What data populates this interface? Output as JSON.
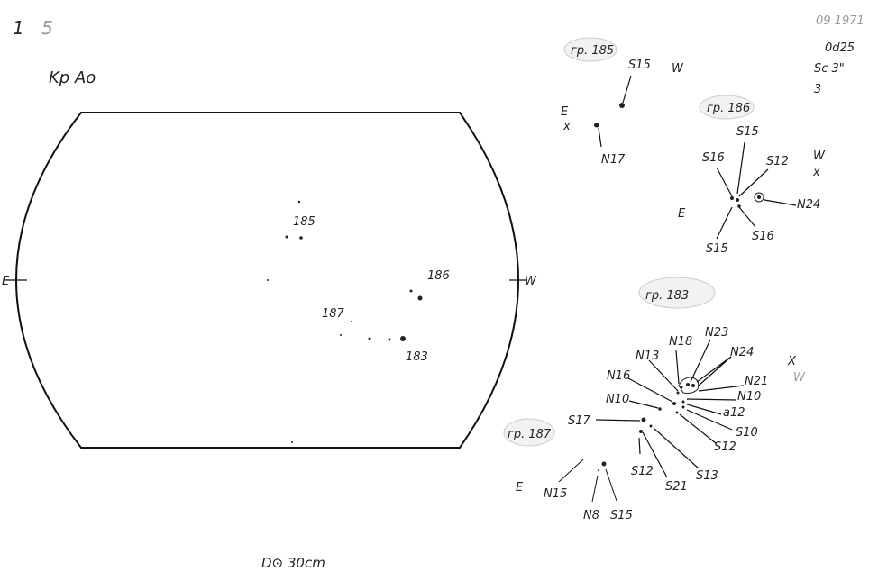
{
  "header": {
    "sheet_number": "1",
    "sheet_sub": "5",
    "observer": "Kp Ao",
    "date": "09 1971",
    "time": "0d25",
    "seeing": "Sc 3\"",
    "s_value": "3"
  },
  "disk": {
    "east": "E",
    "west": "W",
    "groups": [
      "185",
      "186",
      "187",
      "183"
    ]
  },
  "group_185": {
    "title": "гр. 185",
    "labels": [
      "S15",
      "W",
      "E",
      "x",
      "N17"
    ]
  },
  "group_186": {
    "title": "гр. 186",
    "labels": [
      "S15",
      "S16",
      "S12",
      "W",
      "x",
      "E",
      "N24",
      "S15",
      "S16"
    ]
  },
  "group_183": {
    "title": "гр. 183",
    "labels": [
      "N18",
      "N23",
      "N13",
      "N24",
      "N16",
      "N21",
      "N10",
      "N10",
      "a12",
      "S17",
      "S10",
      "S12",
      "S12",
      "S21",
      "S13",
      "X",
      "W"
    ]
  },
  "group_187": {
    "title": "гр. 187",
    "labels": [
      "E",
      "N15",
      "N8",
      "S15"
    ]
  },
  "footer": {
    "instrument": "D⊙ 30cm"
  }
}
